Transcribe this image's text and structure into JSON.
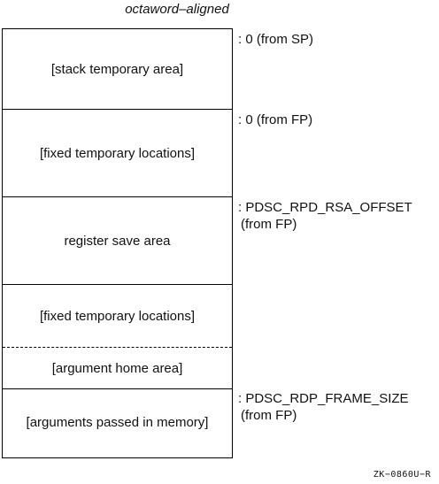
{
  "diagram": {
    "caption": "octaword–aligned",
    "sections": [
      {
        "label": "[stack temporary area]"
      },
      {
        "label": "[fixed temporary locations]"
      },
      {
        "label": "register save area"
      },
      {
        "label": "[fixed temporary locations]"
      },
      {
        "label": "[argument home area]"
      },
      {
        "label": "[arguments passed in memory]"
      }
    ],
    "offsets": [
      {
        "line1": ": 0  (from SP)",
        "line2": ""
      },
      {
        "line1": ": 0  (from FP)",
        "line2": ""
      },
      {
        "line1": ": PDSC_RPD_RSA_OFFSET",
        "line2": "(from FP)"
      },
      {
        "line1": ": PDSC_RDP_FRAME_SIZE",
        "line2": "(from FP)"
      }
    ],
    "figure_id": "ZK−0860U−R"
  }
}
